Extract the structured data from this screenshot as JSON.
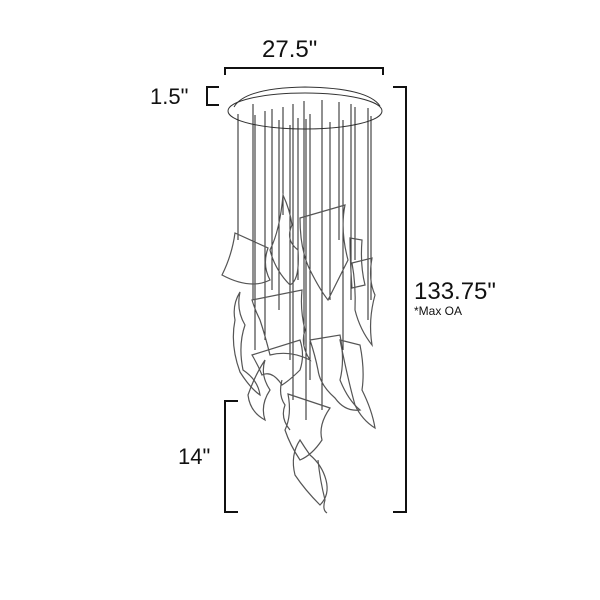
{
  "diagram": {
    "subject": "multi-pendant chandelier dimension drawing",
    "dimensions": {
      "canopy_width": "27.5\"",
      "canopy_depth": "1.5\"",
      "overall_height": "133.75\"",
      "overall_height_note": "*Max OA",
      "shade_cluster_height": "14\""
    },
    "colors": {
      "line": "#111111",
      "shade_outline": "#555555",
      "background": "#ffffff"
    }
  }
}
